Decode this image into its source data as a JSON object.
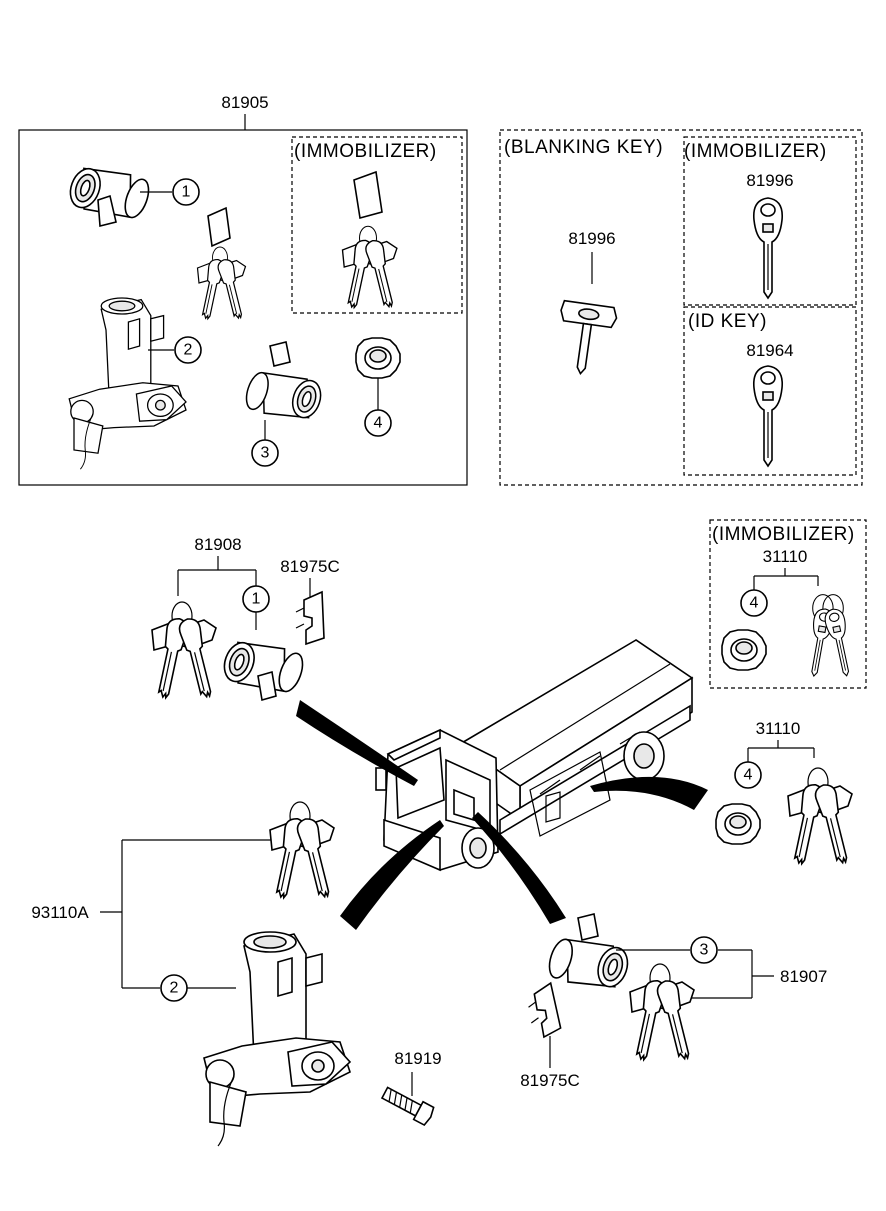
{
  "labels": {
    "kit_81905": "81905",
    "immobilizer_1": "(IMMOBILIZER)",
    "blanking_key": "(BLANKING  KEY)",
    "immobilizer_2": "(IMMOBILIZER)",
    "id_key": "(ID KEY)",
    "blank_81996": "81996",
    "immob_81996": "81996",
    "id_81964": "81964",
    "kit_81908": "81908",
    "clip_81975c_top": "81975C",
    "immobilizer_3": "(IMMOBILIZER)",
    "set_31110_immob": "31110",
    "set_31110": "31110",
    "ignition_93110a": "93110A",
    "bolt_81919": "81919",
    "kit_81907": "81907",
    "clip_81975c_bottom": "81975C"
  },
  "callouts": {
    "c1_top": "1",
    "c2_top": "2",
    "c3_top": "3",
    "c4_top": "4",
    "c1_mid": "1",
    "c4_immob": "4",
    "c4_right": "4",
    "c2_bottom": "2",
    "c3_bottom": "3"
  }
}
